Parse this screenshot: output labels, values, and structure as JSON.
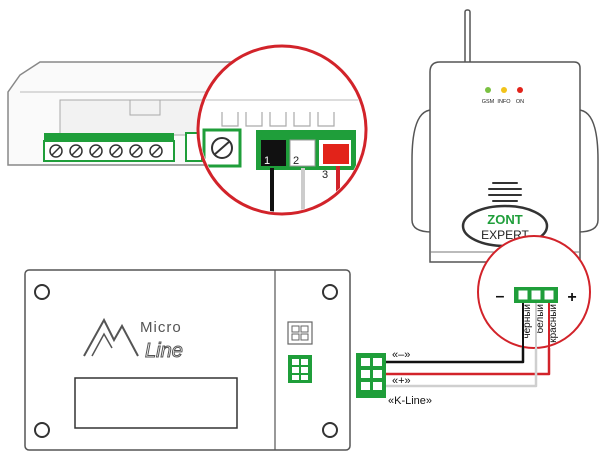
{
  "colors": {
    "red": "#d2232a",
    "green": "#1f9e3a",
    "wire_black": "#111111",
    "wire_white": "#dddddd",
    "outline": "#555555"
  },
  "zoom_connector": {
    "pin_labels": [
      "1",
      "2",
      "3"
    ]
  },
  "zont_device": {
    "leds": [
      {
        "label": "GSM",
        "color": "#7ac142"
      },
      {
        "label": "INFO",
        "color": "#f2c31a"
      },
      {
        "label": "ON",
        "color": "#e2231a"
      }
    ],
    "brand": "ZONT",
    "model": "EXPERT"
  },
  "zont_connector": {
    "minus": "–",
    "plus": "+",
    "wire_labels": [
      "черный",
      "белый",
      "красный"
    ]
  },
  "micro_line": {
    "logo_line1": "Micro",
    "logo_line2": "Line"
  },
  "wire_labels": {
    "minus": "«–»",
    "plus": "«+»",
    "kline": "«K-Line»"
  }
}
